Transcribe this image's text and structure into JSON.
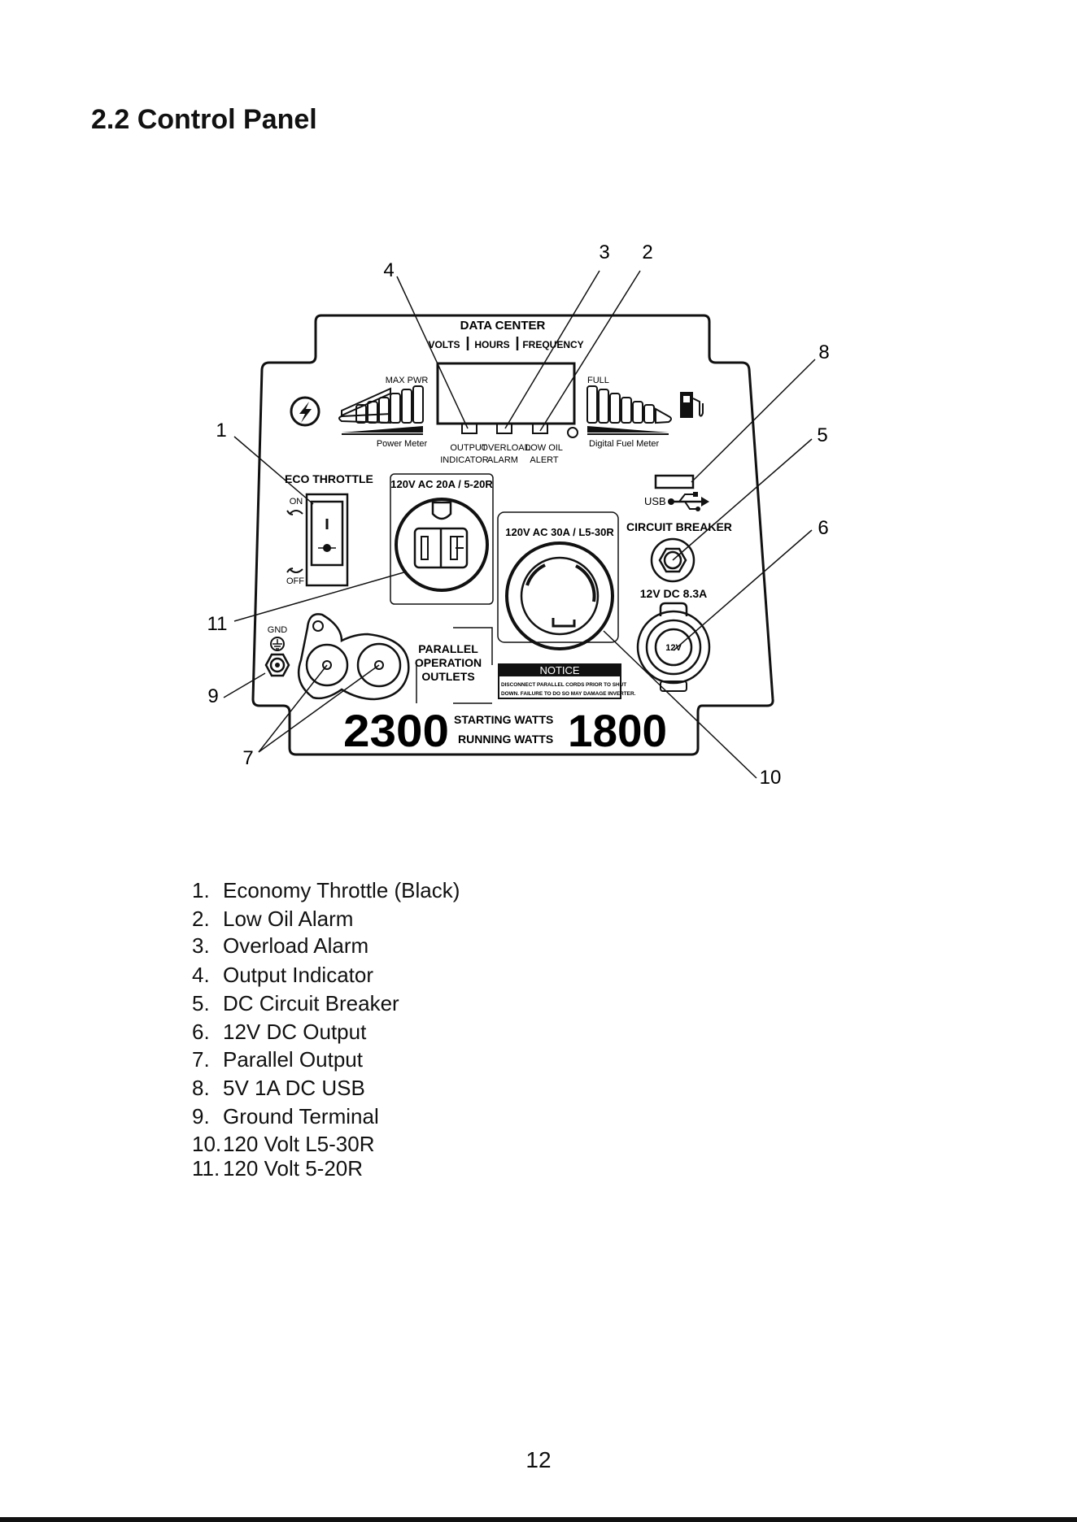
{
  "section_title": "2.2 Control Panel",
  "panel": {
    "data_center": "DATA CENTER",
    "display_modes": [
      "VOLTS",
      "HOURS",
      "FREQUENCY"
    ],
    "max_pwr": "MAX PWR",
    "power_meter": "Power Meter",
    "full": "FULL",
    "fuel_meter": "Digital Fuel Meter",
    "indicators": [
      {
        "line1": "OUTPUT",
        "line2": "INDICATOR"
      },
      {
        "line1": "OVERLOAD",
        "line2": "ALARM"
      },
      {
        "line1": "LOW OIL",
        "line2": "ALERT"
      }
    ],
    "eco_throttle": "ECO THROTTLE",
    "on": "ON",
    "off": "OFF",
    "outlet_20a": "120V AC 20A / 5-20R",
    "outlet_30a": "120V AC 30A / L5-30R",
    "usb": "USB",
    "circuit_breaker": "CIRCUIT BREAKER",
    "dc_label": "12V DC 8.3A",
    "dc_socket": "12V",
    "gnd": "GND",
    "parallel": [
      "PARALLEL",
      "OPERATION",
      "OUTLETS"
    ],
    "notice_title": "NOTICE",
    "notice_lines": [
      "DISCONNECT PARALLEL CORDS PRIOR TO SHUT",
      "DOWN. FAILURE TO DO SO MAY DAMAGE INVERTER."
    ],
    "starting_watts_value": "2300",
    "starting_watts_label": "STARTING WATTS",
    "running_watts_label": "RUNNING WATTS",
    "running_watts_value": "1800"
  },
  "callouts": [
    "1",
    "2",
    "3",
    "4",
    "5",
    "6",
    "7",
    "8",
    "9",
    "10",
    "11"
  ],
  "legend": [
    {
      "num": "1.",
      "text": "Economy Throttle (Black)"
    },
    {
      "num": "2.",
      "text": "Low Oil Alarm"
    },
    {
      "num": "3.",
      "text": "Overload  Alarm"
    },
    {
      "num": "4.",
      "text": "Output  Indicator"
    },
    {
      "num": "5.",
      "text": "DC Circuit Breaker"
    },
    {
      "num": "6.",
      "text": "12V DC Output"
    },
    {
      "num": "7.",
      "text": "Parallel Output"
    },
    {
      "num": "8.",
      "text": "5V 1A DC USB"
    },
    {
      "num": "9.",
      "text": "Ground Terminal"
    },
    {
      "num": "10.",
      "text": "120 Volt L5-30R"
    },
    {
      "num": "11.",
      "text": "120 Volt 5-20R"
    }
  ],
  "page_number": "12"
}
